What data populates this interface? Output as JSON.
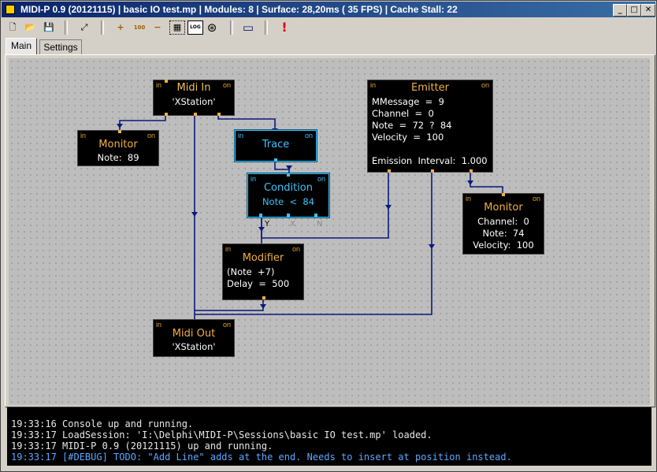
{
  "titlebar": {
    "title": "MIDI-P 0.9 (20121115) | basic IO test.mp | Modules: 8 | Surface: 28,20ms ( 35 FPS) | Cache Stall: 22",
    "minimize": "_",
    "maximize": "□",
    "close": "✕"
  },
  "toolbar": [
    {
      "name": "new-file-icon",
      "glyph": "🗋"
    },
    {
      "name": "open-folder-icon",
      "glyph": "📂"
    },
    {
      "name": "save-disk-icon",
      "glyph": "💾"
    },
    {
      "name": "fit-view-icon",
      "glyph": "⤢"
    },
    {
      "name": "zoom-in-icon",
      "glyph": "+"
    },
    {
      "name": "zoom-100-icon",
      "glyph": "100"
    },
    {
      "name": "zoom-out-icon",
      "glyph": "−"
    },
    {
      "name": "grid-icon",
      "glyph": "▦"
    },
    {
      "name": "log-icon",
      "glyph": "LOG"
    },
    {
      "name": "midi-port-icon",
      "glyph": "⊛"
    },
    {
      "name": "monitor-icon",
      "glyph": "▭"
    },
    {
      "name": "alert-icon",
      "glyph": "!"
    }
  ],
  "tabs": {
    "main": "Main",
    "settings": "Settings"
  },
  "nodes": {
    "midi_in": {
      "in": "in",
      "on": "on",
      "title": "Midi  In",
      "line1": "'XStation'"
    },
    "monitor1": {
      "in": "in",
      "on": "on",
      "title": "Monitor",
      "line1": "Note:  89"
    },
    "trace": {
      "in": "in",
      "on": "on",
      "title": "Trace"
    },
    "condition": {
      "in": "in",
      "on": "on",
      "title": "Condition",
      "line1": "Note  <  84",
      "y": "Y",
      "x": "X",
      "n": "N"
    },
    "modifier": {
      "in": "in",
      "on": "on",
      "title": "Modifier",
      "line1": "(Note  +7)",
      "line2": "Delay  =  500"
    },
    "midi_out": {
      "in": "in",
      "on": "on",
      "title": "Midi  Out",
      "line1": "'XStation'"
    },
    "emitter": {
      "in": "in",
      "on": "on",
      "title": "Emitter",
      "line1": "MMessage  =  9",
      "line2": "Channel  =  0",
      "line3": "Note  =  72  ?  84",
      "line4": "Velocity  =  100",
      "line5": "Emission  Interval:  1.000"
    },
    "monitor2": {
      "in": "in",
      "on": "on",
      "title": "Monitor",
      "line1": "Channel:  0",
      "line2": "Note:  74",
      "line3": "Velocity:  100"
    }
  },
  "console": [
    {
      "text": "19:33:16 Console up and running.",
      "type": "info"
    },
    {
      "text": "19:33:17 LoadSession: 'I:\\Delphi\\MIDI-P\\Sessions\\basic IO test.mp' loaded.",
      "type": "info"
    },
    {
      "text": "19:33:17 MIDI-P 0.9 (20121115) up and running.",
      "type": "info"
    },
    {
      "text": "19:33:17 [#DEBUG] TODO: \"Add Line\" adds at the end. Needs to insert at position instead.",
      "type": "debug"
    }
  ],
  "colors": {
    "wire": "#0a1a7a",
    "node_title": "#f0b040",
    "selected": "#3cc3ff",
    "debug_text": "#5aa8ff"
  }
}
